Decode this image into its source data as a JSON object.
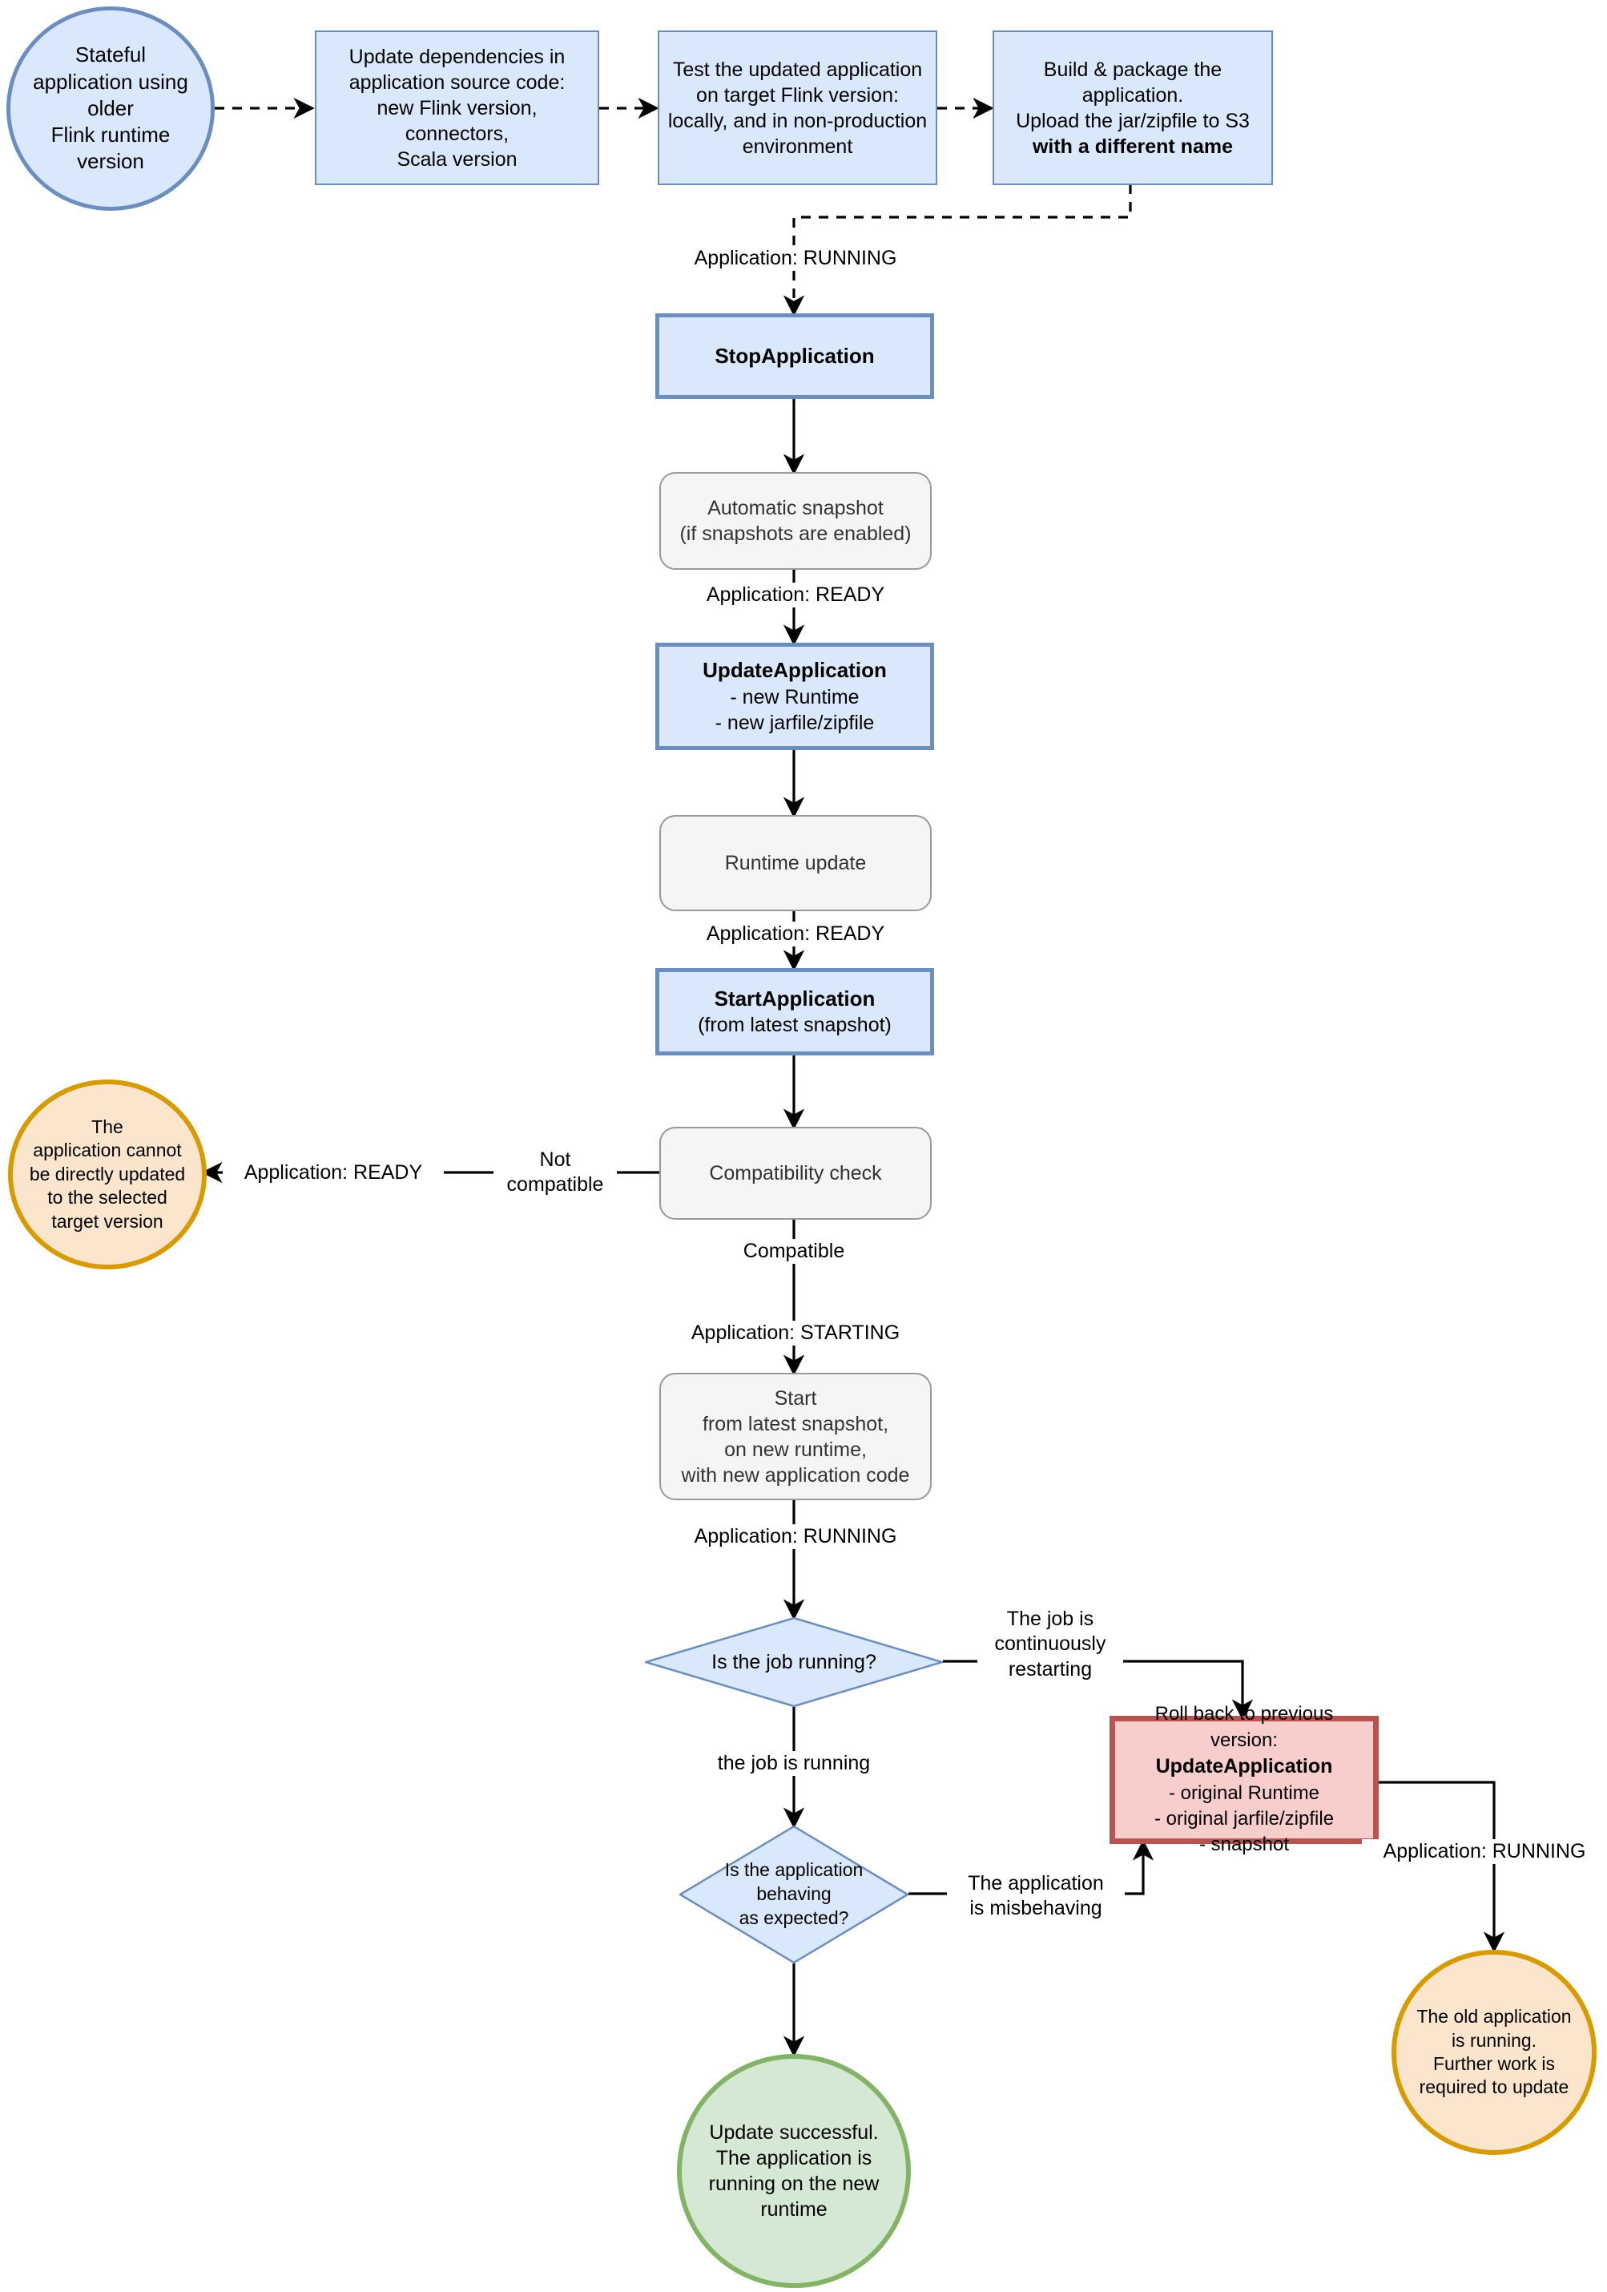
{
  "diagram": {
    "title": "Flink runtime version update workflow",
    "colors": {
      "blue_fill": "#dae8fc",
      "blue_stroke": "#6c8ebf",
      "grey_fill": "#f5f5f5",
      "grey_stroke": "#999999",
      "red_fill": "#f8cecc",
      "red_stroke": "#b85450",
      "orange_fill": "#fce5cd",
      "orange_stroke": "#d79b00",
      "green_fill": "#d5e8d4",
      "green_stroke": "#82b366",
      "line": "#000000"
    }
  },
  "nodes": {
    "start_ellipse": {
      "label": "Stateful\napplication using\nolder\nFlink runtime\nversion"
    },
    "update_deps": {
      "label": "Update dependencies in\napplication source code:\nnew Flink version,\nconnectors,\nScala version"
    },
    "test_app": {
      "label": "Test the updated application\non target Flink version:\nlocally, and in non-production\nenvironment"
    },
    "build_package": {
      "line1": "Build & package the",
      "line2": "application.",
      "line3": "Upload the jar/zipfile to S3",
      "line4_bold": "with a different name"
    },
    "stop_application": {
      "label": "StopApplication"
    },
    "automatic_snapshot": {
      "label": "Automatic snapshot\n(if snapshots are enabled)"
    },
    "update_application": {
      "title": "UpdateApplication",
      "line1": "- new Runtime",
      "line2": "- new jarfile/zipfile"
    },
    "runtime_update": {
      "label": "Runtime update"
    },
    "start_application": {
      "title": "StartApplication",
      "subtitle": "(from latest snapshot)"
    },
    "compatibility_check": {
      "label": "Compatibility check"
    },
    "cannot_update_ellipse": {
      "label": "The\napplication cannot\nbe directly updated\nto the selected\ntarget version"
    },
    "start_from_snapshot": {
      "label": "Start\nfrom latest snapshot,\non new runtime,\nwith new application code"
    },
    "job_running_diamond": {
      "label": "Is the job running?"
    },
    "app_behaving_diamond": {
      "label": "Is the application\nbehaving\nas expected?"
    },
    "rollback_box": {
      "title": "Roll back to previous version:",
      "action": "UpdateApplication",
      "line1": "- original Runtime",
      "line2": "- original jarfile/zipfile",
      "line3": "- snapshot"
    },
    "success_ellipse": {
      "label": "Update successful.\nThe application is\nrunning on the new\nruntime"
    },
    "old_app_ellipse": {
      "label": "The old application\nis running.\nFurther work is\nrequired to update"
    }
  },
  "edge_labels": {
    "running_to_stop": "Application: RUNNING",
    "snapshot_to_update": "Application: READY",
    "runtime_to_start": "Application: READY",
    "not_compatible": "Not\ncompatible",
    "application_ready": "Application: READY",
    "compatible": "Compatible",
    "application_starting": "Application: STARTING",
    "running_to_diamond": "Application: RUNNING",
    "continuously_restarting": "The job is\ncontinuously\nrestarting",
    "the_job_is_running": "the job is running",
    "misbehaving": "The application\nis misbehaving",
    "rollback_running": "Application: RUNNING"
  }
}
